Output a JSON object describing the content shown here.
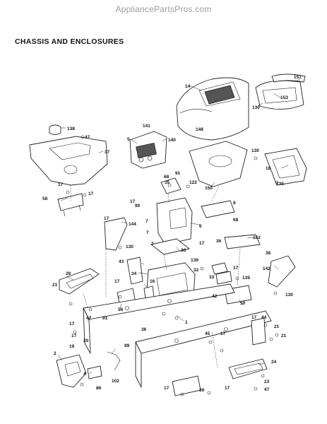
{
  "watermark": "AppliancePartsPros.com",
  "title": "CHASSIS AND ENCLOSURES",
  "callouts": [
    "157",
    "14",
    "153",
    "130",
    "148",
    "138",
    "47",
    "141",
    "5",
    "140",
    "37",
    "130",
    "18",
    "68",
    "91",
    "35",
    "122",
    "150",
    "130",
    "17",
    "17",
    "58",
    "17",
    "90",
    "8",
    "144",
    "17",
    "7",
    "6",
    "68",
    "7",
    "152",
    "36",
    "130",
    "7",
    "30",
    "17",
    "36",
    "43",
    "34",
    "139",
    "32",
    "17",
    "142",
    "28",
    "33",
    "139",
    "16",
    "17",
    "21",
    "56",
    "42",
    "50",
    "130",
    "47",
    "36",
    "91",
    "17",
    "44",
    "17",
    "21",
    "19",
    "20",
    "99",
    "45",
    "17",
    "21",
    "17",
    "1",
    "2",
    "4",
    "102",
    "24",
    "23",
    "86",
    "17",
    "39",
    "17",
    "47"
  ]
}
